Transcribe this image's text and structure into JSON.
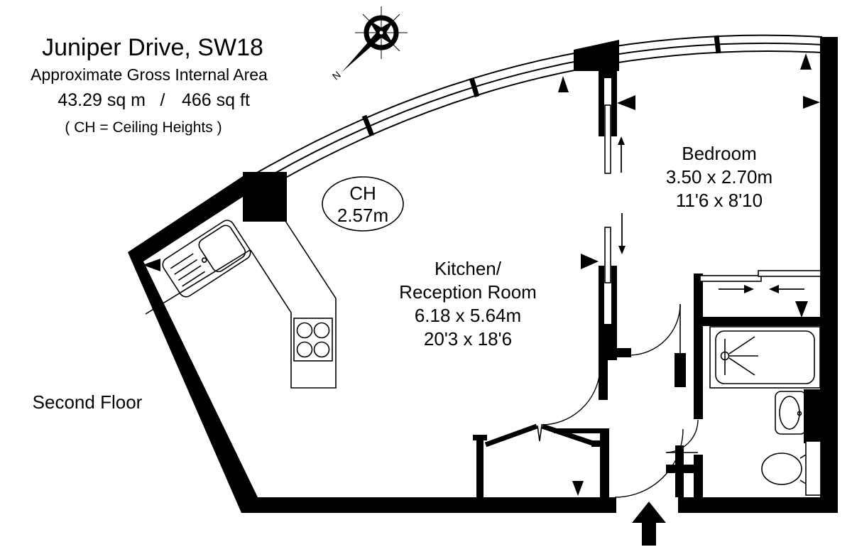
{
  "header": {
    "title": "Juniper Drive, SW18",
    "subtitle": "Approximate Gross Internal Area",
    "area_metric": "43.29 sq m",
    "area_divider": "/",
    "area_imperial": "466 sq ft",
    "ch_note": "( CH = Ceiling Heights )"
  },
  "floor_label": "Second Floor",
  "compass": {
    "north_label": "N"
  },
  "ceiling_height": {
    "abbr": "CH",
    "value": "2.57m"
  },
  "rooms": {
    "bedroom": {
      "name": "Bedroom",
      "size_metric": "3.50 x 2.70m",
      "size_imperial": "11'6 x 8'10"
    },
    "kitchen": {
      "name_line1": "Kitchen/",
      "name_line2": "Reception Room",
      "size_metric": "6.18 x 5.64m",
      "size_imperial": "20'3 x 18'6"
    }
  },
  "colors": {
    "ink": "#000000",
    "paper": "#ffffff"
  }
}
